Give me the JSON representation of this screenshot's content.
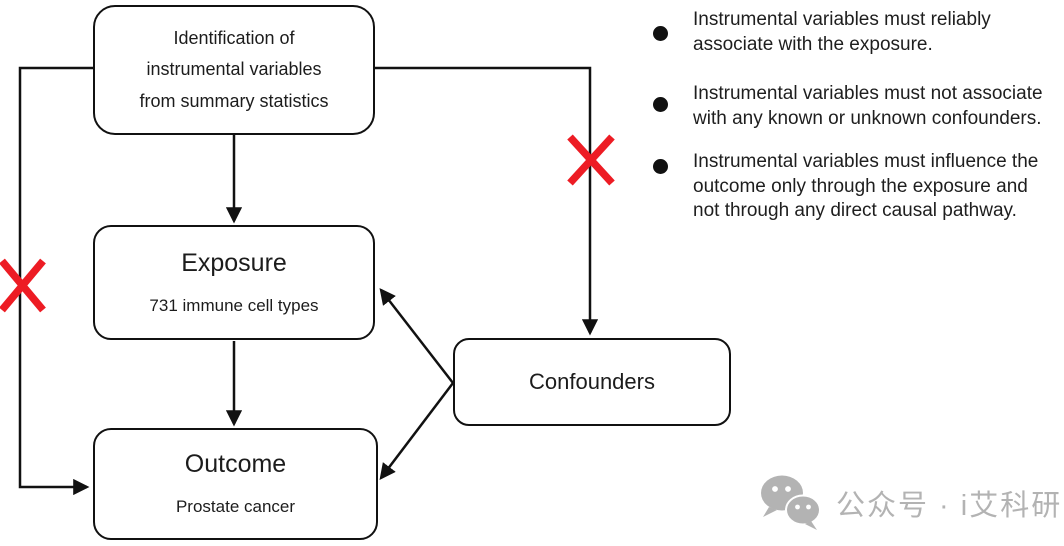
{
  "diagram": {
    "nodes": {
      "identification": {
        "lines": [
          "Identification of",
          "instrumental variables",
          "from summary statistics"
        ]
      },
      "exposure": {
        "title": "Exposure",
        "subtitle": "731 immune cell types"
      },
      "outcome": {
        "title": "Outcome",
        "subtitle": "Prostate cancer"
      },
      "confounders": {
        "title": "Confounders"
      }
    },
    "edges": [
      "identification->exposure",
      "exposure->outcome",
      "identification->outcome (left bypass, crossed out)",
      "identification->confounders (crossed out)",
      "confounders->exposure",
      "confounders->outcome"
    ],
    "colors": {
      "line": "#111111",
      "x_mark": "#ed1c24",
      "box_fill": "#ffffff"
    }
  },
  "right_panel": {
    "bullets": [
      {
        "lines": [
          "Instrumental variables must reliably",
          "associate with the exposure."
        ]
      },
      {
        "lines": [
          "Instrumental variables must not associate",
          "with any known or unknown confounders."
        ]
      },
      {
        "lines": [
          "Instrumental variables must influence the",
          "outcome only through the exposure and",
          "not through any direct causal pathway."
        ]
      }
    ]
  },
  "watermark": {
    "icon": "wechat-icon",
    "text": "公众号 · i艾科研",
    "color": "#b3b3b3"
  }
}
